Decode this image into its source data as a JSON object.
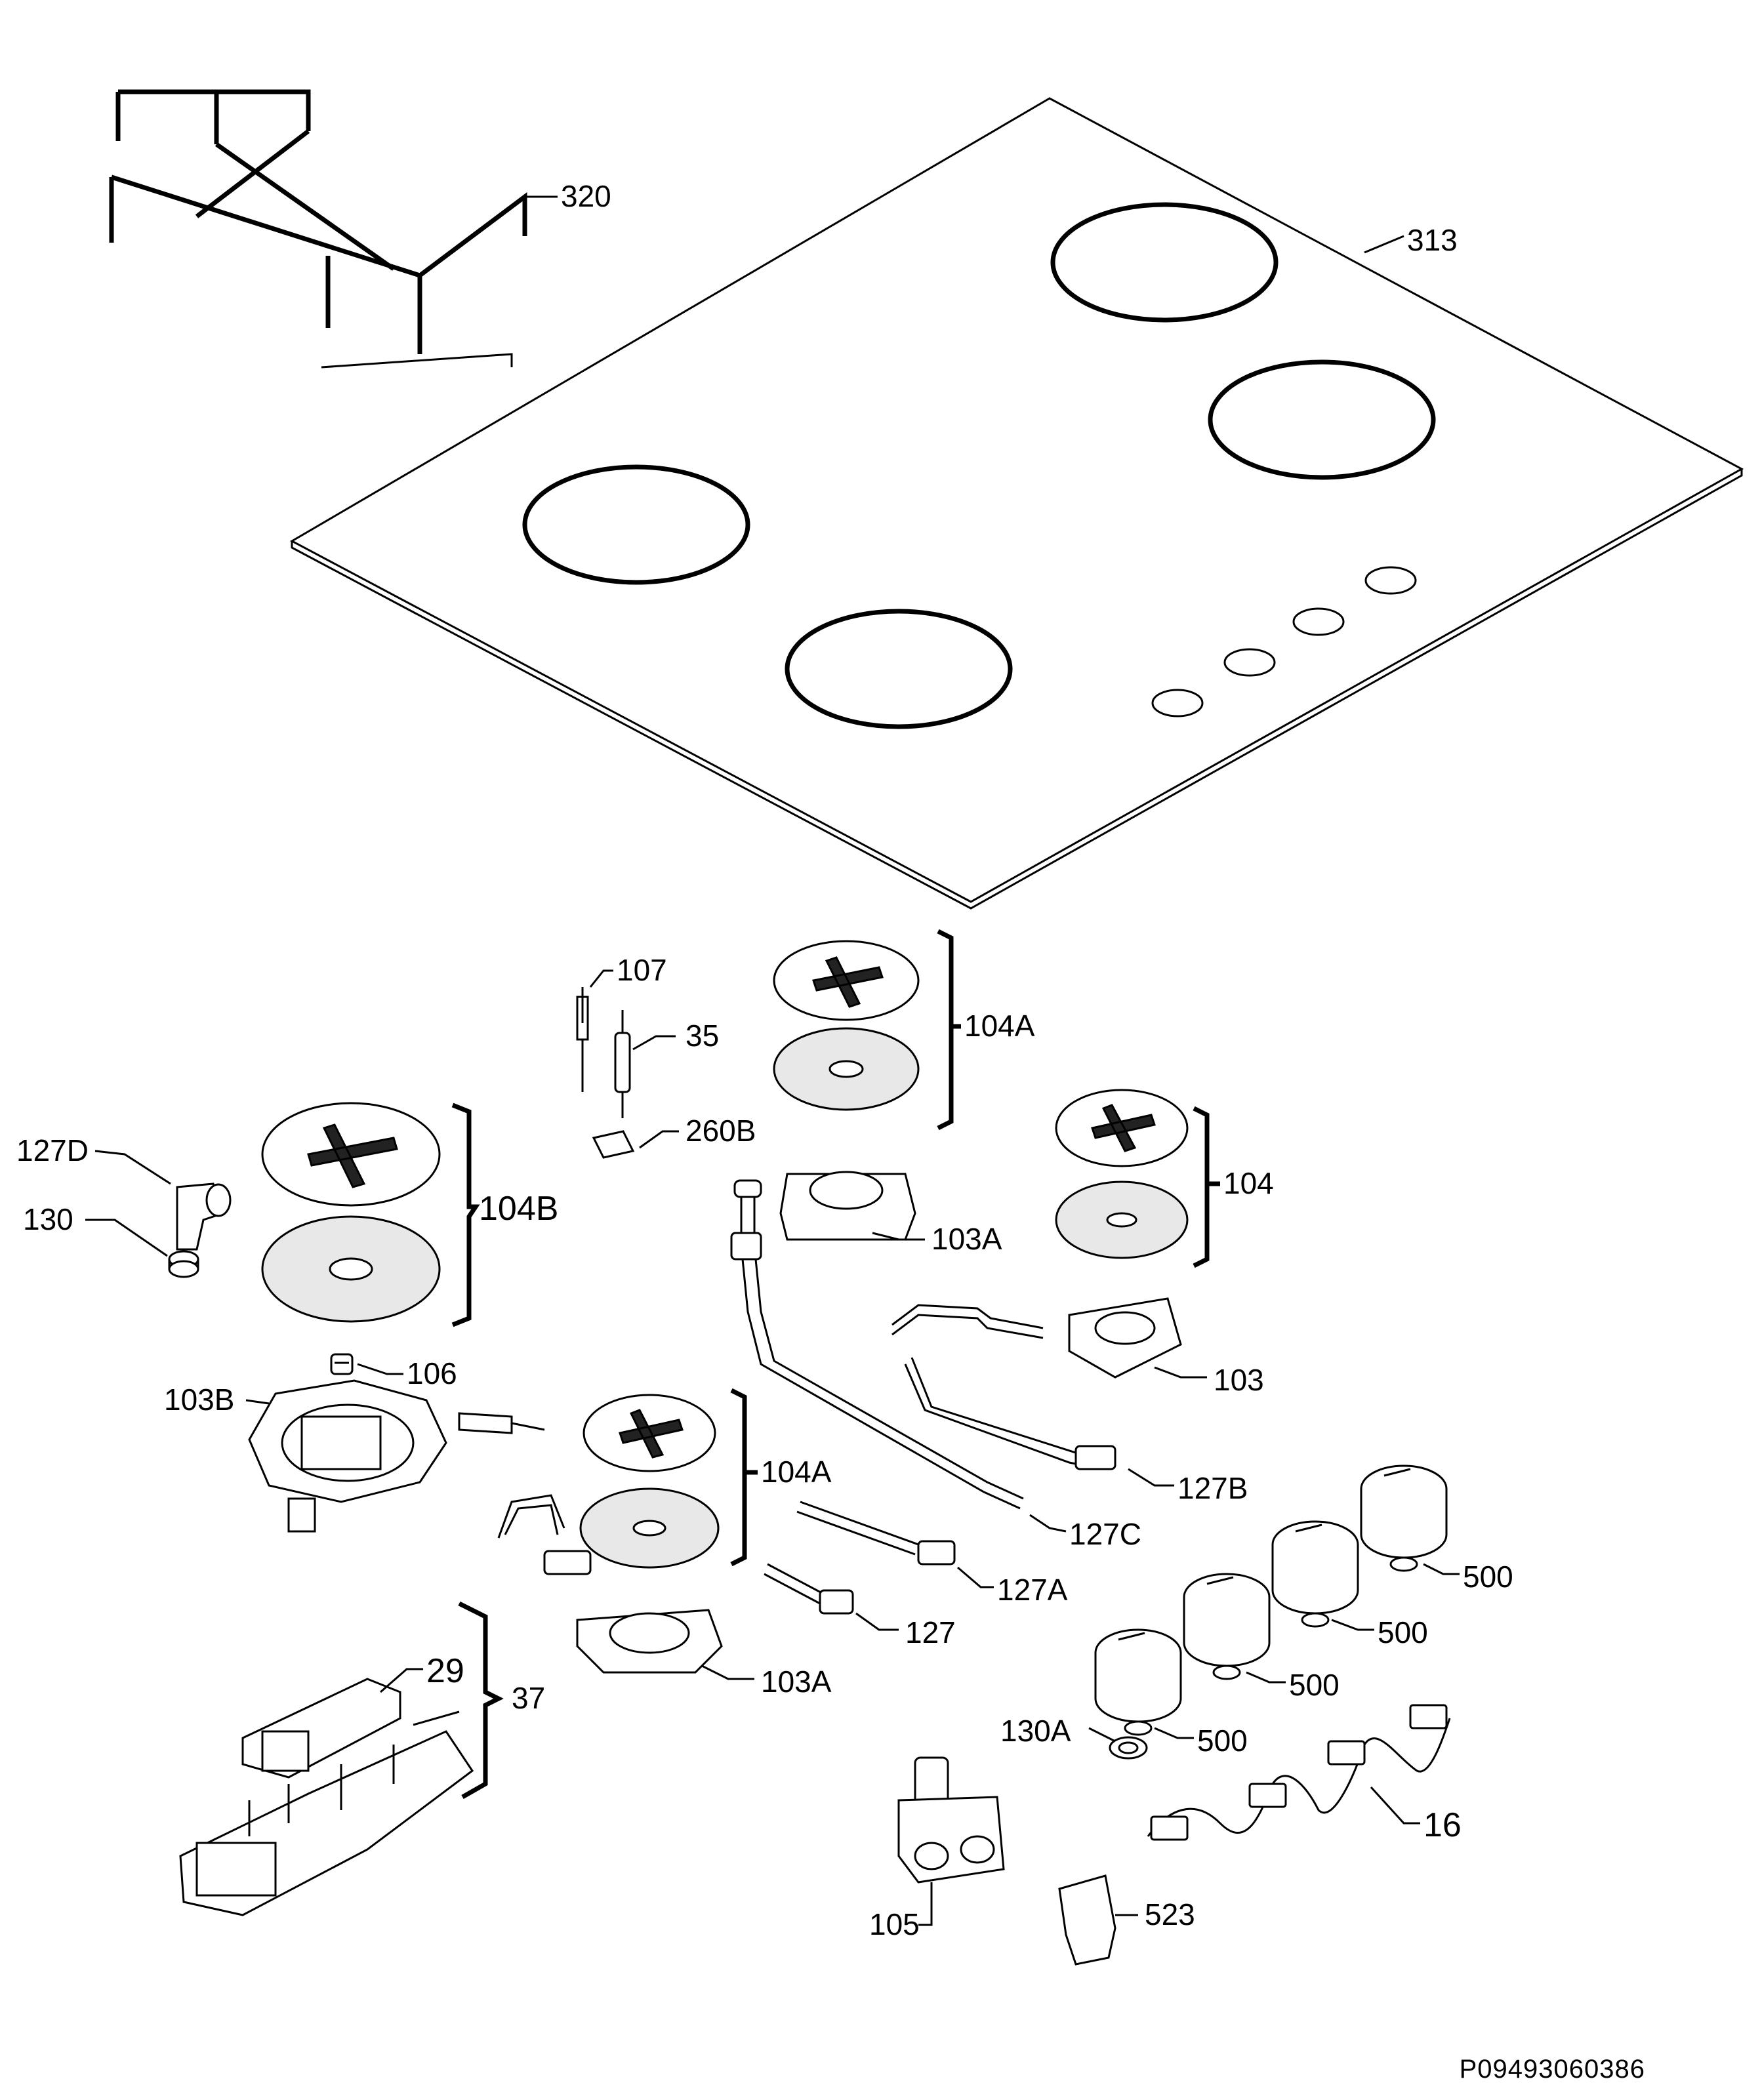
{
  "labels": {
    "p320": "320",
    "p313": "313",
    "p107": "107",
    "p35": "35",
    "p104A_top": "104A",
    "p260B": "260B",
    "p127D": "127D",
    "p130": "130",
    "p104B": "104B",
    "p103A_top": "103A",
    "p104": "104",
    "p106": "106",
    "p103B": "103B",
    "p103": "103",
    "p104A_mid": "104A",
    "p127B": "127B",
    "p127C": "127C",
    "p500_a": "500",
    "p127A": "127A",
    "p500_b": "500",
    "p103A_bot": "103A",
    "p127": "127",
    "p500_c": "500",
    "p29": "29",
    "p37": "37",
    "p130A": "130A",
    "p500_d": "500",
    "p16": "16",
    "p105": "105",
    "p523": "523"
  },
  "reference_code": "P09493060386"
}
